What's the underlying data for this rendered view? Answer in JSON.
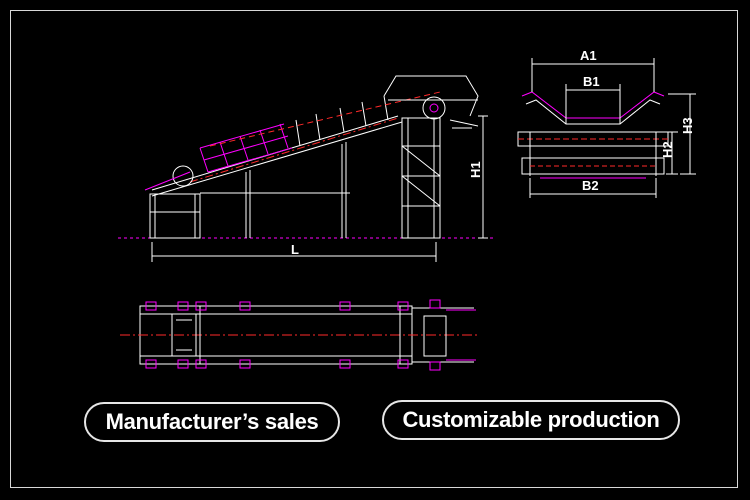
{
  "labels": {
    "length": "L",
    "height_h1": "H1",
    "a1": "A1",
    "b1": "B1",
    "b2": "B2",
    "h2": "H2",
    "h3": "H3"
  },
  "badges": {
    "left": "Manufacturer’s sales",
    "right": "Customizable production"
  },
  "colors": {
    "line": "#ffffff",
    "accent_magenta": "#ff00ff",
    "accent_red": "#ff2a2a",
    "accent_blue": "#4a6bff",
    "background": "#000000"
  }
}
